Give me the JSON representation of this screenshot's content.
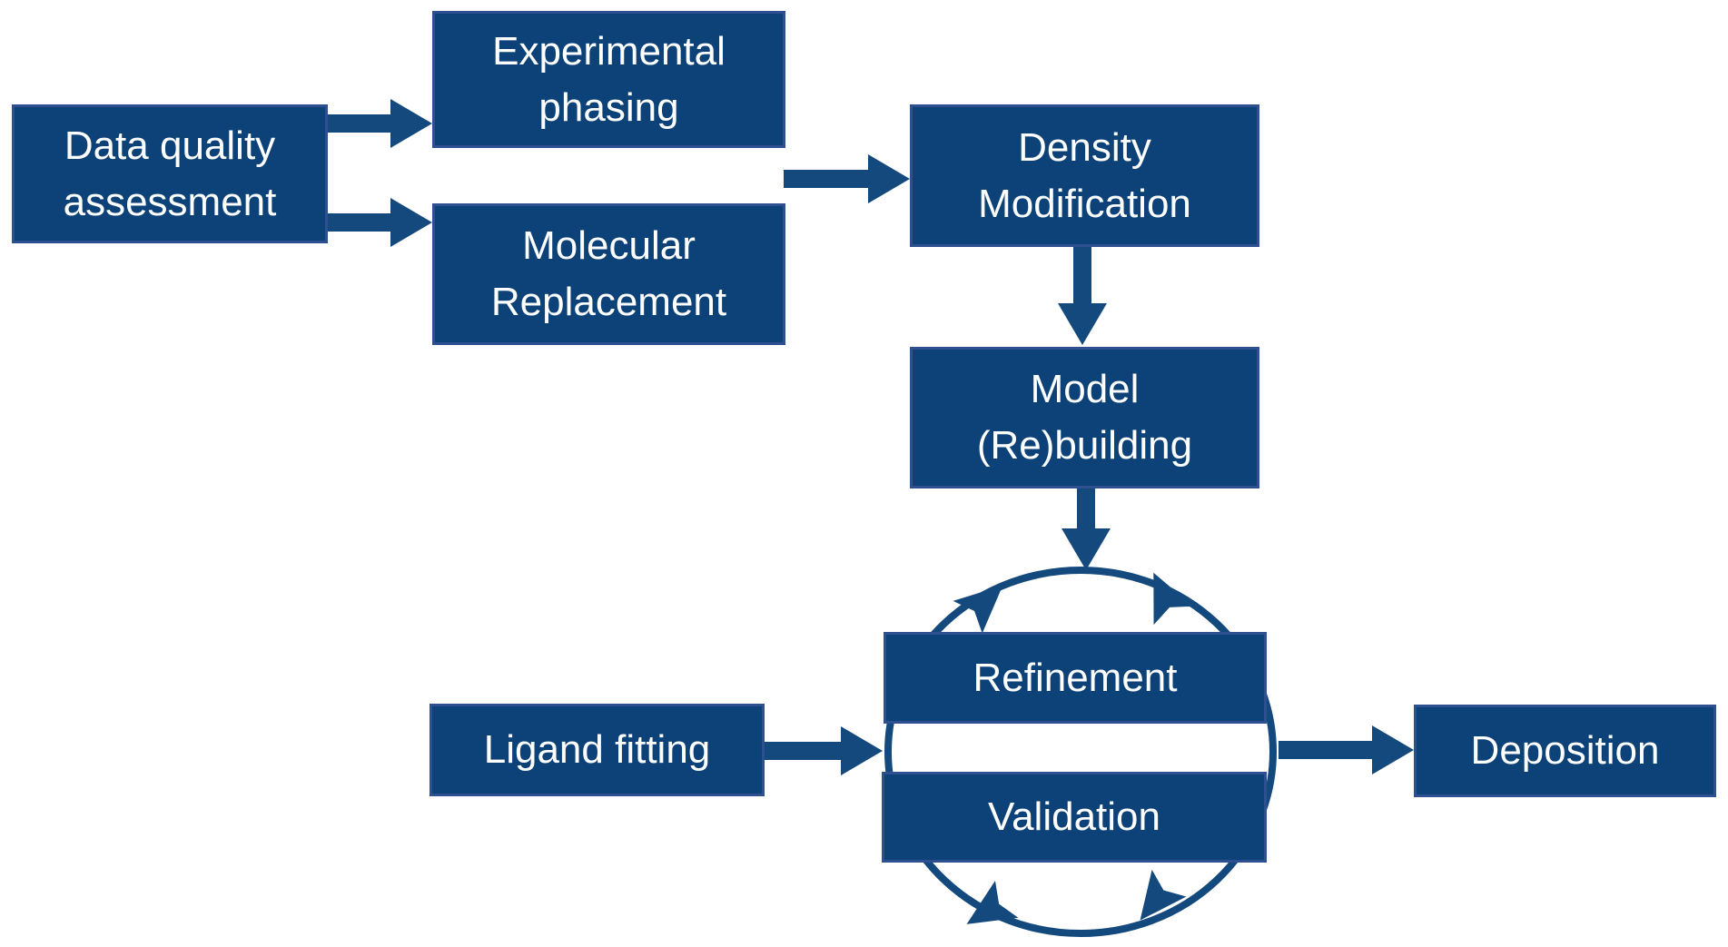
{
  "diagram": {
    "nodes": {
      "data_quality_assessment": {
        "label": "Data quality assessment"
      },
      "experimental_phasing": {
        "label": "Experimental phasing"
      },
      "molecular_replacement": {
        "label": "Molecular Replacement"
      },
      "density_modification": {
        "label": "Density Modification"
      },
      "model_rebuilding": {
        "label": "Model (Re)building"
      },
      "refinement": {
        "label": "Refinement"
      },
      "validation": {
        "label": "Validation"
      },
      "ligand_fitting": {
        "label": "Ligand fitting"
      },
      "deposition": {
        "label": "Deposition"
      }
    },
    "edges": [
      {
        "from": "data_quality_assessment",
        "to": "experimental_phasing"
      },
      {
        "from": "data_quality_assessment",
        "to": "molecular_replacement"
      },
      {
        "from": "experimental_phasing / molecular_replacement",
        "to": "density_modification"
      },
      {
        "from": "density_modification",
        "to": "model_rebuilding"
      },
      {
        "from": "model_rebuilding",
        "to": "refinement_validation_cycle"
      },
      {
        "from": "ligand_fitting",
        "to": "refinement_validation_cycle"
      },
      {
        "from": "refinement_validation_cycle",
        "to": "deposition"
      }
    ],
    "cycle": {
      "members": [
        "refinement",
        "validation"
      ],
      "style": "circular arrows looping between Refinement and Validation"
    }
  },
  "colors": {
    "background": "#ffffff",
    "box_fill": "#0d4278",
    "box_border": "#2e5090",
    "arrow": "#14497e",
    "text": "#ffffff"
  }
}
